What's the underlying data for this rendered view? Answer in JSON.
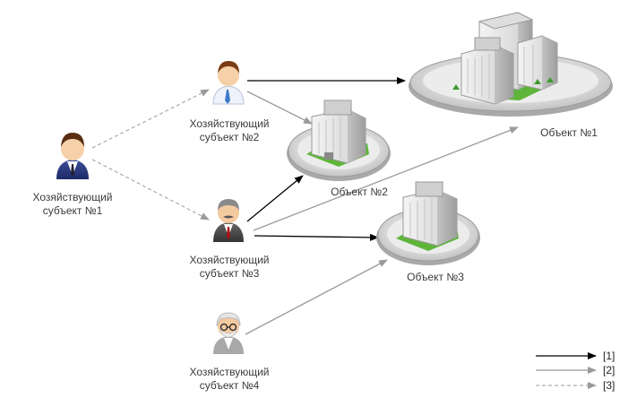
{
  "entities": [
    {
      "line1": "Хозяйствующий",
      "line2": "субъект №1"
    },
    {
      "line1": "Хозяйствующий",
      "line2": "субъект №2"
    },
    {
      "line1": "Хозяйствующий",
      "line2": "субъект №3"
    },
    {
      "line1": "Хозяйствующий",
      "line2": "субъект №4"
    }
  ],
  "objects": [
    "Объект №1",
    "Объект №2",
    "Объект №3"
  ],
  "legend": [
    "[1]",
    "[2]",
    "[3]"
  ],
  "colors": {
    "arrow_solid_black": "#000000",
    "arrow_solid_gray": "#9a9a9a",
    "arrow_dashed": "#9a9a9a",
    "grass": "#5fb53a",
    "platform": "#d8d8d8"
  }
}
